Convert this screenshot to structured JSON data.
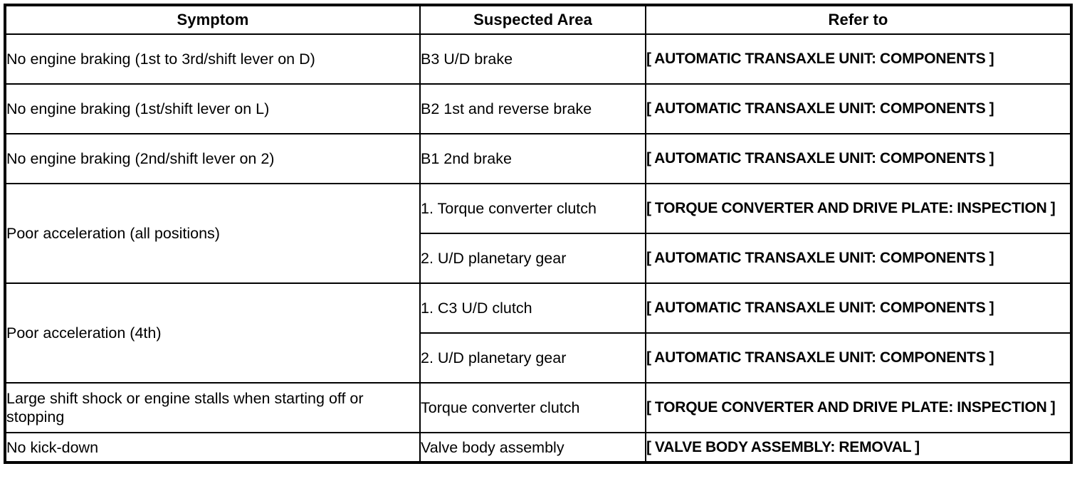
{
  "table": {
    "headers": {
      "symptom": "Symptom",
      "suspected_area": "Suspected Area",
      "refer_to": "Refer to"
    },
    "refer_labels": {
      "transaxle_components": "[ AUTOMATIC TRANSAXLE UNIT: COMPONENTS ]",
      "torque_converter_inspection": "[ TORQUE CONVERTER AND DRIVE PLATE: INSPECTION ]",
      "valve_body_removal": "[ VALVE BODY ASSEMBLY: REMOVAL ]"
    },
    "rows": [
      {
        "symptom": "No engine braking (1st to 3rd/shift lever on D)",
        "suspected_area": "B3 U/D brake",
        "refer_to": "[ AUTOMATIC TRANSAXLE UNIT: COMPONENTS ]"
      },
      {
        "symptom": "No engine braking (1st/shift lever on L)",
        "suspected_area": "B2 1st and reverse brake",
        "refer_to": "[ AUTOMATIC TRANSAXLE UNIT: COMPONENTS ]"
      },
      {
        "symptom": "No engine braking (2nd/shift lever on 2)",
        "suspected_area": "B1 2nd brake",
        "refer_to": "[ AUTOMATIC TRANSAXLE UNIT: COMPONENTS ]"
      },
      {
        "symptom": "Poor acceleration (all positions)",
        "suspected_area": "1. Torque converter clutch",
        "refer_to": "[ TORQUE CONVERTER AND DRIVE PLATE: INSPECTION ]"
      },
      {
        "symptom": "",
        "suspected_area": "2. U/D planetary gear",
        "refer_to": "[ AUTOMATIC TRANSAXLE UNIT: COMPONENTS ]"
      },
      {
        "symptom": "Poor acceleration (4th)",
        "suspected_area": "1. C3 U/D clutch",
        "refer_to": "[ AUTOMATIC TRANSAXLE UNIT: COMPONENTS ]"
      },
      {
        "symptom": "",
        "suspected_area": "2. U/D planetary gear",
        "refer_to": "[ AUTOMATIC TRANSAXLE UNIT: COMPONENTS ]"
      },
      {
        "symptom": "Large shift shock or engine stalls when starting off or stopping",
        "suspected_area": "Torque converter clutch",
        "refer_to": "[ TORQUE CONVERTER AND DRIVE PLATE: INSPECTION ]"
      },
      {
        "symptom": "No kick-down",
        "suspected_area": "Valve body assembly",
        "refer_to": "[ VALVE BODY ASSEMBLY: REMOVAL ]"
      }
    ]
  },
  "style": {
    "border_color": "#000000",
    "background": "#ffffff",
    "text_color": "#000000"
  }
}
